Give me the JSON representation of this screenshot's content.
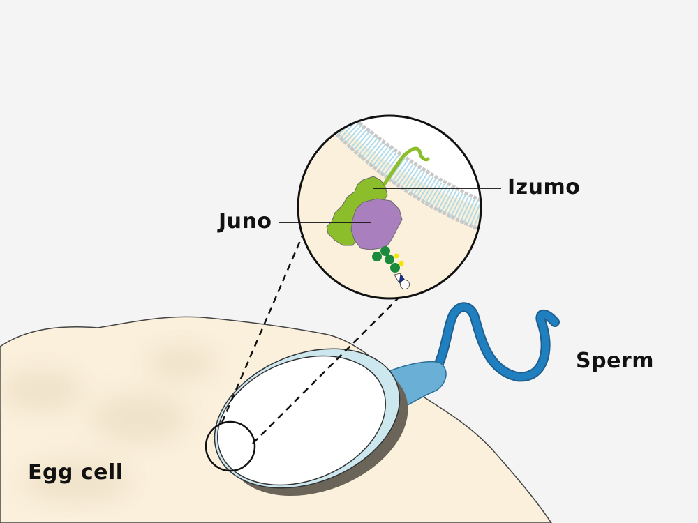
{
  "labels": {
    "izumo": "Izumo",
    "juno": "Juno",
    "sperm": "Sperm",
    "egg_cell": "Egg cell"
  },
  "colors": {
    "background": "#f4f4f4",
    "egg": "#fbf0dc",
    "izumo": "#8cbd2a",
    "juno": "#a97fbd",
    "glycan": "#1a8a3c",
    "sperm_tail": "#1f7fbf",
    "sperm_neck": "#6ab0d6",
    "membrane": "#a9d8e6"
  }
}
